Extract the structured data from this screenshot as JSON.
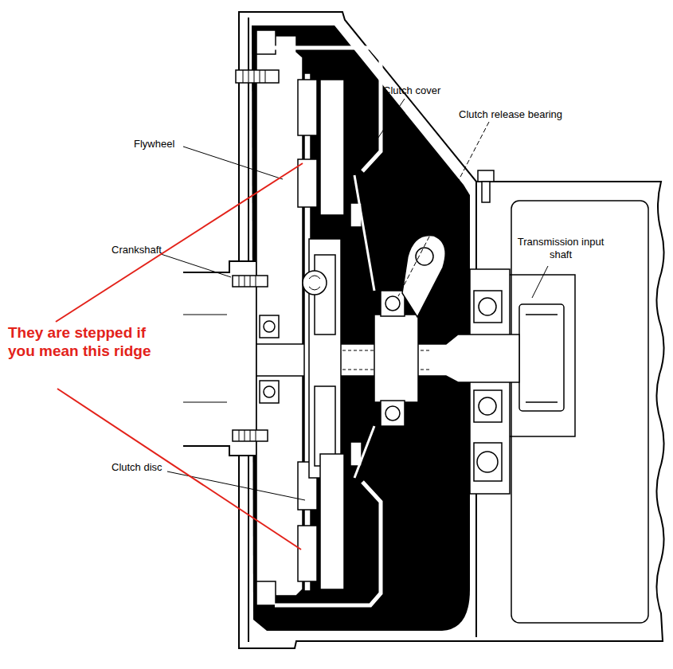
{
  "diagram": {
    "labels": [
      "Clutch cover",
      "Clutch release bearing",
      "Flywheel",
      "Transmission input shaft",
      "Crankshaft",
      "They are stepped if you mean this ridge",
      "Clutch disc"
    ]
  }
}
